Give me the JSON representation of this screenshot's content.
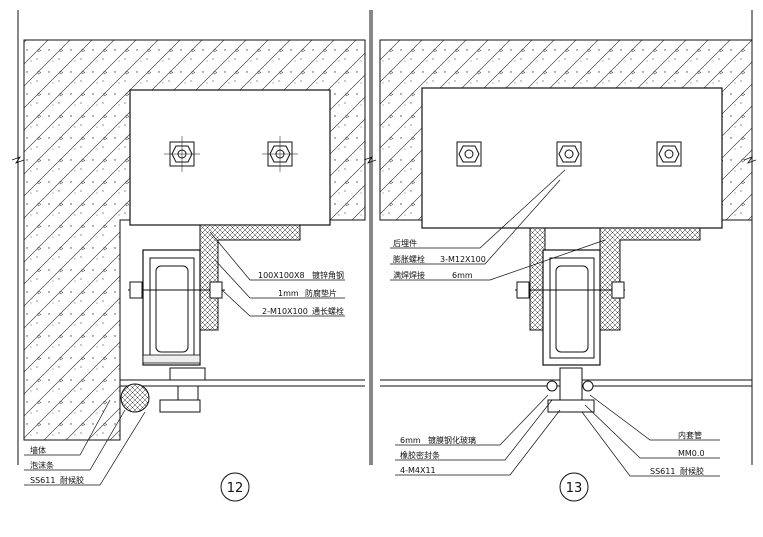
{
  "left_detail": {
    "number": "12",
    "labels": {
      "angle_spec": "100X100X8",
      "angle_name": "镀锌角钢",
      "pad_spec": "1mm",
      "pad_name": "防腐垫片",
      "bolt_spec": "2-M10X100",
      "bolt_name": "通长螺栓",
      "wall": "墙体",
      "foam_rod": "泡沫条",
      "sealant_spec": "SS611",
      "sealant_name": "耐候胶"
    }
  },
  "right_detail": {
    "number": "13",
    "labels": {
      "embed_part": "后埋件",
      "anchor_name": "膨胀螺栓",
      "anchor_spec": "3-M12X100",
      "weld_name": "满焊焊接",
      "weld_spec": "6mm",
      "glass_spec": "6mm",
      "glass_name": "镀膜钢化玻璃",
      "gasket": "橡胶密封条",
      "bolt_spec": "4-M4X11",
      "sleeve_name": "内套管",
      "sleeve_spec": "MM0.0",
      "sealant_spec": "SS611",
      "sealant_name": "耐候胶"
    }
  }
}
